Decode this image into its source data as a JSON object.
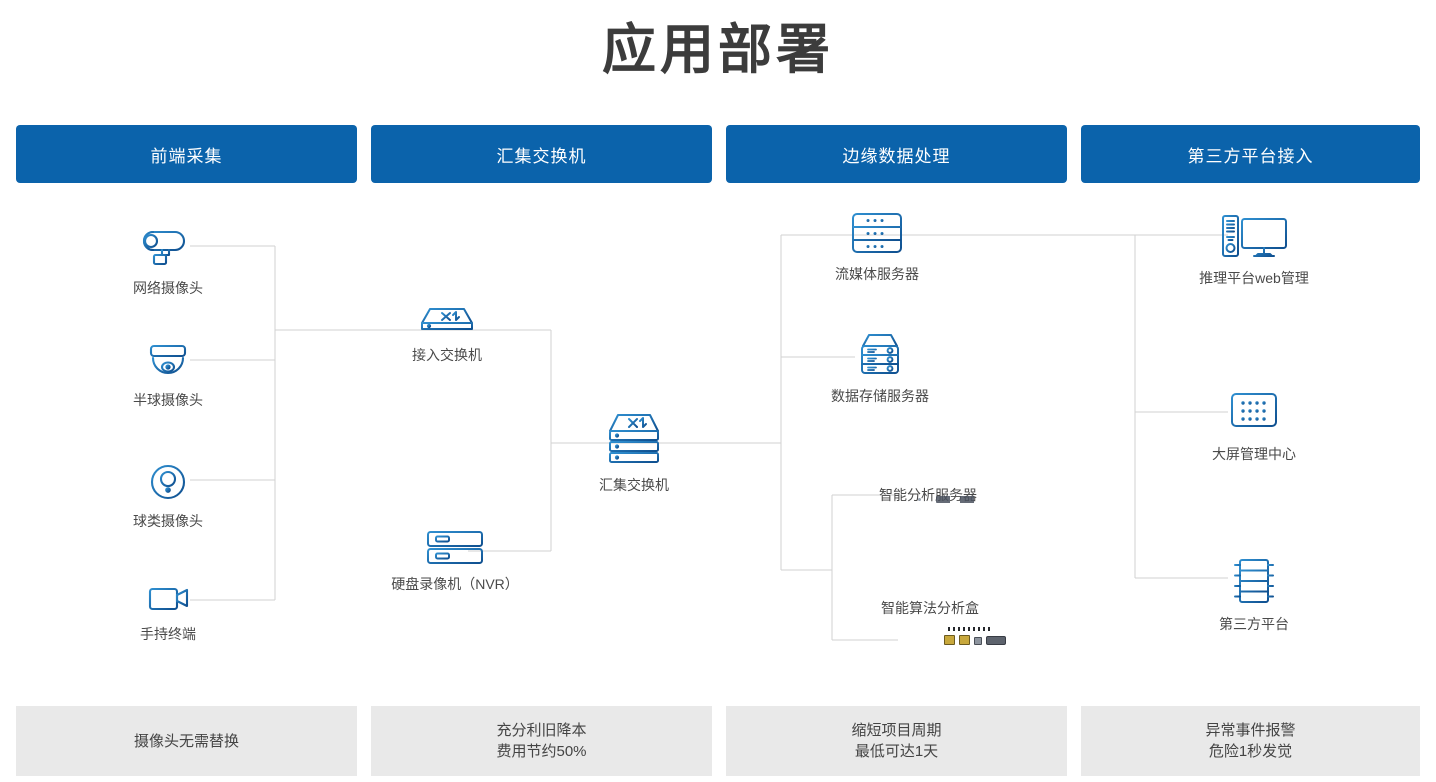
{
  "page": {
    "title": "应用部署",
    "accent_color": "#0b63ab",
    "footer_bg": "#e9e9e9",
    "icon_color": "#1b6fb5",
    "line_color": "#cfcfcf"
  },
  "columns": [
    {
      "header": "前端采集",
      "footer": "摄像头无需替换",
      "nodes": [
        {
          "label": "网络摄像头",
          "icon": "bullet-camera-icon"
        },
        {
          "label": "半球摄像头",
          "icon": "dome-camera-icon"
        },
        {
          "label": "球类摄像头",
          "icon": "ptz-camera-icon"
        },
        {
          "label": "手持终端",
          "icon": "handheld-camcorder-icon"
        }
      ]
    },
    {
      "header": "汇集交换机",
      "footer": "充分利旧降本\n费用节约50%",
      "nodes": [
        {
          "label": "接入交换机",
          "icon": "access-switch-icon"
        },
        {
          "label": "硬盘录像机（NVR）",
          "icon": "nvr-icon"
        },
        {
          "label": "汇集交换机",
          "icon": "aggregation-switch-icon"
        }
      ]
    },
    {
      "header": "边缘数据处理",
      "footer": "缩短项目周期\n最低可达1天",
      "nodes": [
        {
          "label": "流媒体服务器",
          "icon": "streaming-server-icon"
        },
        {
          "label": "数据存储服务器",
          "icon": "storage-server-icon"
        },
        {
          "label": "智能分析服务器",
          "icon": "ai-analysis-server-photo"
        },
        {
          "label": "智能算法分析盒",
          "icon": "ai-algorithm-box-photo"
        }
      ]
    },
    {
      "header": "第三方平台接入",
      "footer": "异常事件报警\n危险1秒发觉",
      "nodes": [
        {
          "label": "推理平台web管理",
          "icon": "workstation-monitor-icon"
        },
        {
          "label": "大屏管理中心",
          "icon": "video-wall-icon"
        },
        {
          "label": "第三方平台",
          "icon": "third-party-rack-icon"
        }
      ]
    }
  ]
}
